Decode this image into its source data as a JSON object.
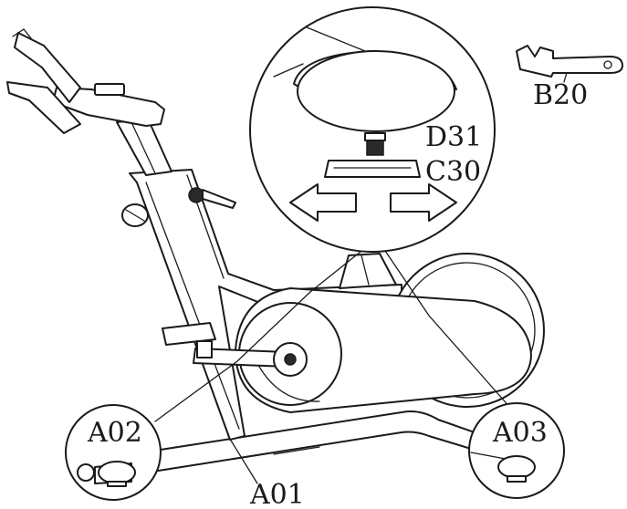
{
  "labels": {
    "b20": "B20",
    "d31": "D31",
    "c30": "C30",
    "a02": "A02",
    "a03": "A03",
    "a01": "A01"
  },
  "colors": {
    "line": "#1a1a1a",
    "background": "#ffffff"
  }
}
